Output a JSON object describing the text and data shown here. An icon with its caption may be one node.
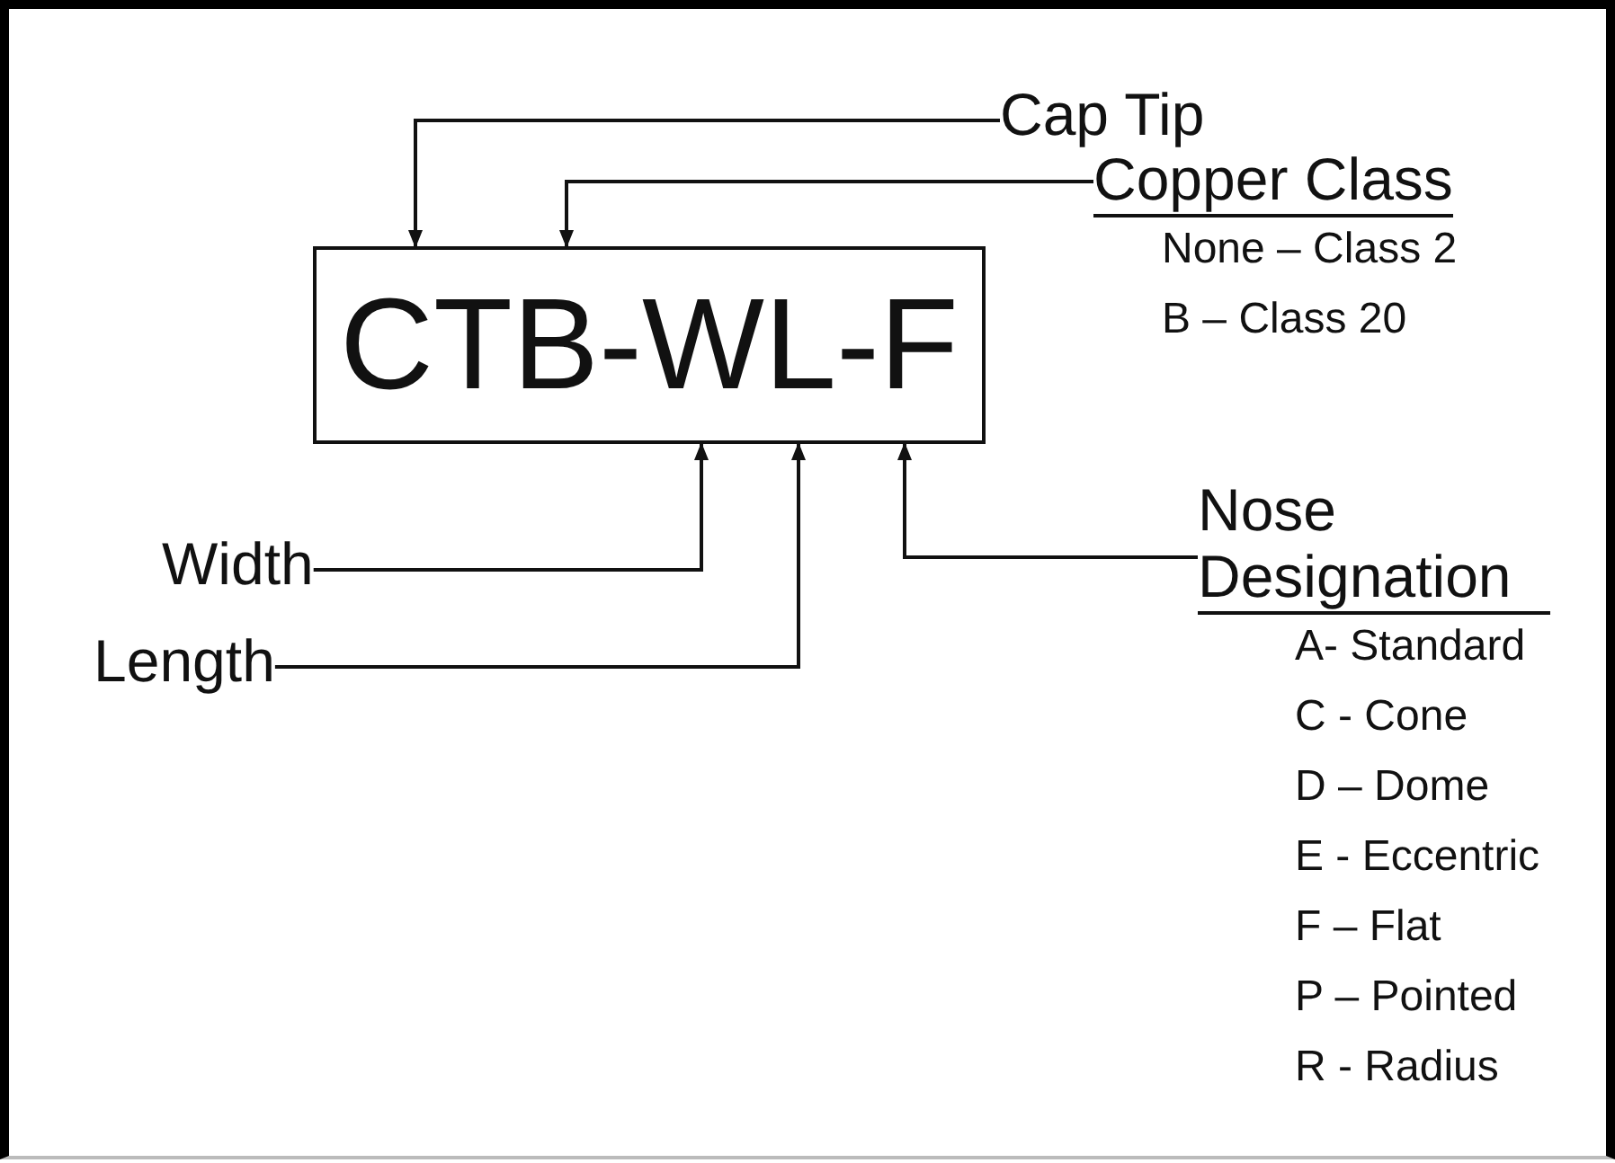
{
  "diagram": {
    "nodes": [
      {
        "text": [
          "CTB-WL-F"
        ]
      },
      {
        "text": [
          "Cap Tip"
        ]
      },
      {
        "text": [
          "Copper Class",
          "None – Class 2",
          "B – Class 20"
        ]
      },
      {
        "text": [
          "Width"
        ]
      },
      {
        "text": [
          "Length"
        ]
      },
      {
        "text": [
          "Nose Designation",
          "A- Standard",
          "C - Cone",
          "D – Dome",
          "E - Eccentric",
          "F – Flat",
          "P – Pointed",
          "R - Radius"
        ]
      }
    ],
    "edges": [
      {
        "from": 1,
        "to": 0,
        "arrow": "to"
      },
      {
        "from": 2,
        "to": 0,
        "arrow": "to"
      },
      {
        "from": 3,
        "to": 0,
        "arrow": "to"
      },
      {
        "from": 4,
        "to": 0,
        "arrow": "to"
      },
      {
        "from": 5,
        "to": 0,
        "arrow": "to"
      }
    ]
  }
}
